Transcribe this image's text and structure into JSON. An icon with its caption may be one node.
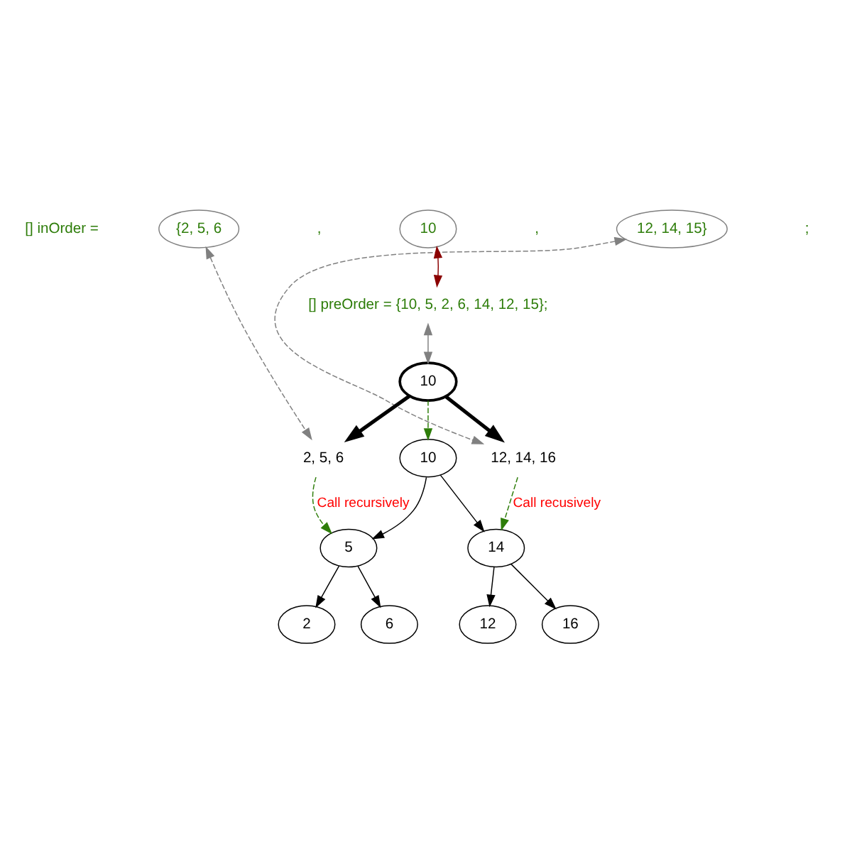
{
  "diagram": {
    "nodes": [
      {
        "text": [
          "{2, 5, 6"
        ]
      },
      {
        "text": [
          "10"
        ]
      },
      {
        "text": [
          "12, 14, 15}"
        ]
      },
      {
        "text": [
          "[] preOrder = {10, 5, 2, 6, 14, 12, 15};"
        ]
      },
      {
        "text": [
          "10"
        ]
      },
      {
        "text": [
          "2, 5, 6"
        ]
      },
      {
        "text": [
          "12, 14, 16"
        ]
      },
      {
        "text": [
          "10"
        ]
      },
      {
        "text": [
          "5"
        ]
      },
      {
        "text": [
          "14"
        ]
      },
      {
        "text": [
          "2"
        ]
      },
      {
        "text": [
          "6"
        ]
      },
      {
        "text": [
          "12"
        ]
      },
      {
        "text": [
          "16"
        ]
      }
    ],
    "edges": [
      {
        "from": 3,
        "to": 1,
        "arrow": "both",
        "color": "#8b0000"
      },
      {
        "from": 3,
        "to": 4,
        "arrow": "both",
        "color": "#808080"
      },
      {
        "from": 0,
        "to": 5,
        "arrow": "both",
        "style": "dashed",
        "color": "#808080"
      },
      {
        "from": 2,
        "to": 6,
        "arrow": "both",
        "style": "dashed",
        "color": "#808080"
      },
      {
        "from": 4,
        "to": 5,
        "arrow": "to",
        "style": "thick"
      },
      {
        "from": 4,
        "to": 7,
        "arrow": "to",
        "style": "dashed",
        "color": "#2e7d0a"
      },
      {
        "from": 4,
        "to": 6,
        "arrow": "to",
        "style": "thick"
      },
      {
        "from": 5,
        "to": 8,
        "arrow": "to",
        "label": "Call recursively",
        "style": "dashed",
        "color": "#2e7d0a"
      },
      {
        "from": 6,
        "to": 9,
        "arrow": "to",
        "label": "Call recusively",
        "style": "dashed",
        "color": "#2e7d0a"
      },
      {
        "from": 7,
        "to": 8,
        "arrow": "to"
      },
      {
        "from": 7,
        "to": 9,
        "arrow": "to"
      },
      {
        "from": 8,
        "to": 10,
        "arrow": "to"
      },
      {
        "from": 8,
        "to": 11,
        "arrow": "to"
      },
      {
        "from": 9,
        "to": 12,
        "arrow": "to"
      },
      {
        "from": 9,
        "to": 13,
        "arrow": "to"
      }
    ],
    "labels": [
      "[] inOrder =",
      ",",
      ",",
      ";"
    ]
  }
}
